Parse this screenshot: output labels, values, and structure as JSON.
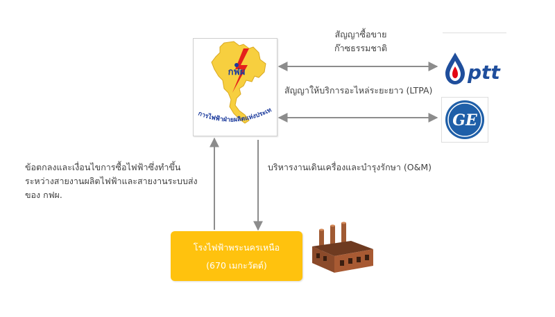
{
  "labels": {
    "gas_contract_line1": "สัญญาซื้อขาย",
    "gas_contract_line2": "ก๊าซธรรมชาติ",
    "ltpa": "สัญญาให้บริการอะไหล่ระยะยาว (LTPA)",
    "om": "บริหารงานเดินเครื่องและบำรุงรักษา (O&M)",
    "ppa_line1": "ข้อตกลงและเงื่อนไขการซื้อไฟฟ้าซึ่งทำขึ้น",
    "ppa_line2": "ระหว่างสายงานผลิตไฟฟ้าและสายงานระบบส่ง",
    "ppa_line3": "ของ กฟผ."
  },
  "egat": {
    "emblem_text": "กฟผ",
    "arc_text": "การไฟฟ้าฝ่ายผลิตแห่งประเทศไทย"
  },
  "ptt": {
    "wordmark": "ptt"
  },
  "ge": {
    "mark": "GE"
  },
  "plant": {
    "name": "โรงไฟฟ้าพระนครเหนือ",
    "capacity": "(670 เมกะวัตต์)"
  },
  "colors": {
    "arrow": "#8c8c8c",
    "plant_fill": "#ffc20e",
    "egat_map": "#f7cf3f",
    "egat_blue": "#1b3a9c",
    "egat_red": "#e4211c",
    "ptt_blue": "#1f4e9c",
    "ptt_red": "#e30613",
    "ge_blue": "#1f5fa8",
    "factory_brick": "#8b4a2a"
  }
}
